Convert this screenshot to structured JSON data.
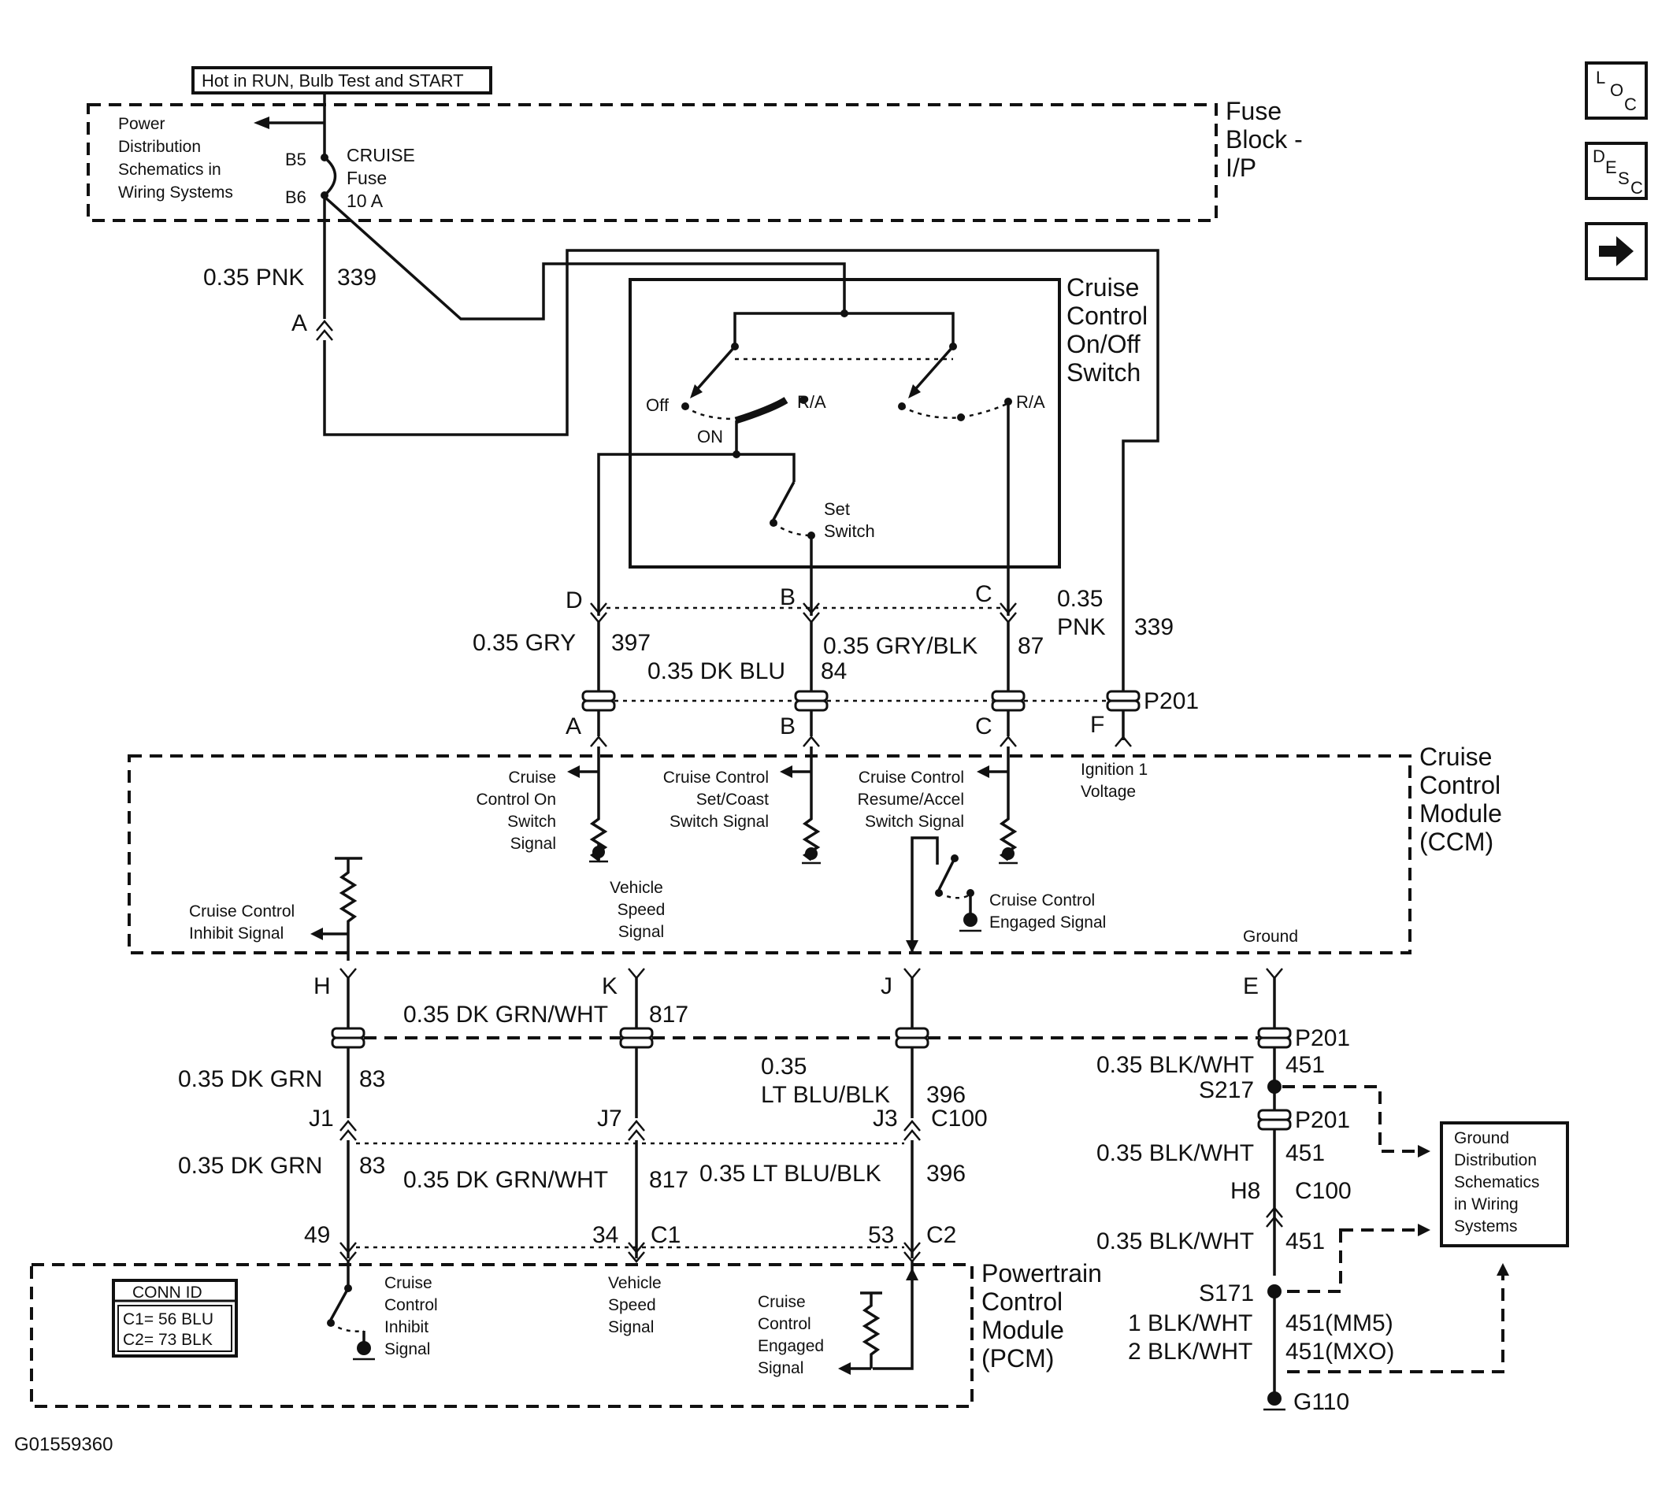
{
  "nav": {
    "loc": {
      "l1": "L",
      "l2": "O",
      "l3": "C"
    },
    "desc": {
      "l1": "D",
      "l2": "E",
      "l3": "S",
      "l4": "C"
    },
    "next_icon": "arrow-right-icon"
  },
  "header_box": "Hot in RUN, Bulb Test and START",
  "fuse_block": {
    "title": [
      "Fuse",
      "Block -",
      "I/P"
    ],
    "power_note": [
      "Power",
      "Distribution",
      "Schematics in",
      "Wiring Systems"
    ],
    "b5": "B5",
    "b6": "B6",
    "fuse": [
      "CRUISE",
      "Fuse",
      "10 A"
    ]
  },
  "wires": {
    "w339a_gauge": "0.35 PNK",
    "w339a_num": "339",
    "conn_a": "A",
    "w339b_gauge": [
      "0.35",
      "PNK"
    ],
    "w339b_num": "339",
    "w397_gauge": "0.35 GRY",
    "w397_num": "397",
    "w84_gauge": "0.35 DK BLU",
    "w84_num": "84",
    "w87_gauge": "0.35 GRY/BLK",
    "w87_num": "87",
    "w83_gauge": "0.35 DK GRN",
    "w83_num": "83",
    "w817_gauge": "0.35 DK GRN/WHT",
    "w817_num": "817",
    "w396_gauge": [
      "0.35",
      "LT BLU/BLK"
    ],
    "w396_num": "396",
    "w396b_gauge": "0.35 LT BLU/BLK",
    "w451_gauge": "0.35 BLK/WHT",
    "w451_num": "451",
    "w451_mm5_gauge": "1 BLK/WHT",
    "w451_mm5_num": "451(MM5)",
    "w451_mxo_gauge": "2 BLK/WHT",
    "w451_mxo_num": "451(MXO)"
  },
  "switch": {
    "title": [
      "Cruise",
      "Control",
      "On/Off",
      "Switch"
    ],
    "off": "Off",
    "ra1": "R/A",
    "ra2": "R/A",
    "on": "ON",
    "set": [
      "Set",
      "Switch"
    ],
    "pins": {
      "d": "D",
      "b": "B",
      "c": "C"
    }
  },
  "p201": {
    "label": "P201",
    "pins_top": {
      "a": "A",
      "b": "B",
      "c": "C",
      "f": "F"
    },
    "pins_bottom": {
      "h": "H",
      "k": "K",
      "j": "J",
      "e": "E"
    }
  },
  "ccm": {
    "title": [
      "Cruise",
      "Control",
      "Module",
      "(CCM)"
    ],
    "on_signal": [
      "Cruise",
      "Control On",
      "Switch",
      "Signal"
    ],
    "set_signal": [
      "Cruise Control",
      "Set/Coast",
      "Switch Signal"
    ],
    "resume_signal": [
      "Cruise Control",
      "Resume/Accel",
      "Switch Signal"
    ],
    "ign": [
      "Ignition 1",
      "Voltage"
    ],
    "inhibit": [
      "Cruise Control",
      "Inhibit Signal"
    ],
    "vss": [
      "Vehicle",
      "Speed",
      "Signal"
    ],
    "engaged": [
      "Cruise Control",
      "Engaged Signal"
    ],
    "ground": "Ground"
  },
  "c100": {
    "label": "C100",
    "j1": "J1",
    "j7": "J7",
    "j3": "J3",
    "h8": "H8"
  },
  "splices": {
    "s217": "S217",
    "s171": "S171",
    "g110": "G110"
  },
  "ground_dist": [
    "Ground",
    "Distribution",
    "Schematics",
    "in Wiring",
    "Systems"
  ],
  "pcm": {
    "title": [
      "Powertrain",
      "Control",
      "Module",
      "(PCM)"
    ],
    "pin49": "49",
    "pin34": "34",
    "c1": "C1",
    "pin53": "53",
    "c2": "C2",
    "inhibit": [
      "Cruise",
      "Control",
      "Inhibit",
      "Signal"
    ],
    "vss": [
      "Vehicle",
      "Speed",
      "Signal"
    ],
    "engaged": [
      "Cruise",
      "Control",
      "Engaged",
      "Signal"
    ],
    "conn_id_title": "CONN ID",
    "conn_c1": "C1= 56 BLU",
    "conn_c2": "C2= 73 BLK"
  },
  "figure_id": "G01559360"
}
